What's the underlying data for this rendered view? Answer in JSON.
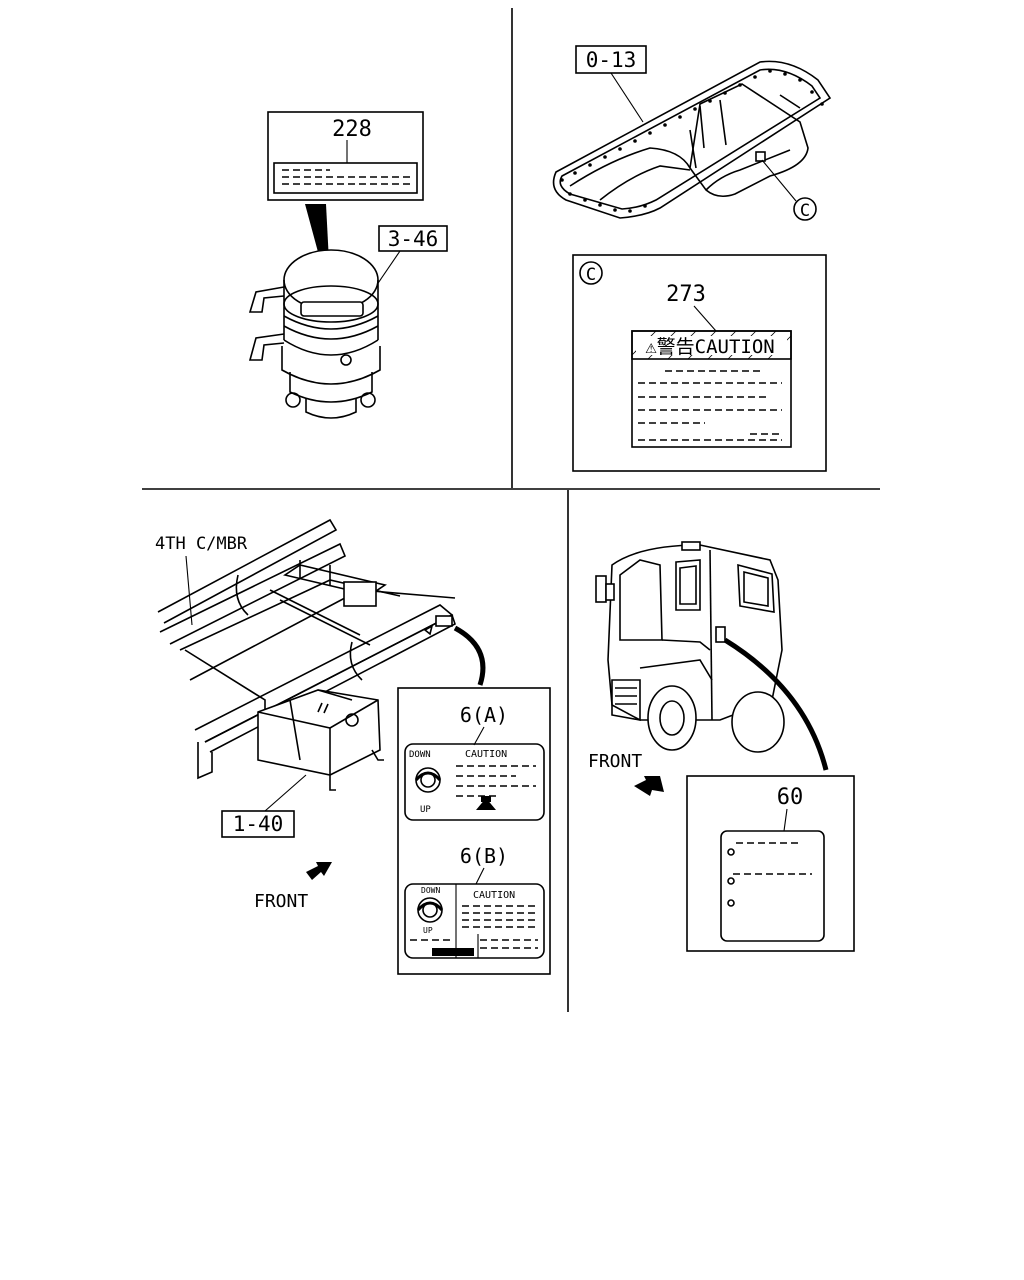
{
  "callouts": {
    "p228": "228",
    "p346": "3-46",
    "p013": "0-13",
    "pC": "C",
    "pC_box": "C",
    "p273": "273",
    "caution_banner": "⚠警告CAUTION",
    "p4th": "4TH C/MBR",
    "p140": "1-40",
    "p6a": "6(A)",
    "p6b": "6(B)",
    "p60": "60",
    "front_left": "FRONT",
    "front_right": "FRONT"
  },
  "labels_6a": {
    "down": "DOWN",
    "caution": "CAUTION",
    "up": "UP"
  },
  "labels_6b": {
    "down": "DOWN",
    "caution": "CAUTION",
    "up": "UP"
  },
  "icons": [
    "arrow-front-icon",
    "circle-c-icon",
    "warning-triangle-icon",
    "lever-dial-icon"
  ]
}
